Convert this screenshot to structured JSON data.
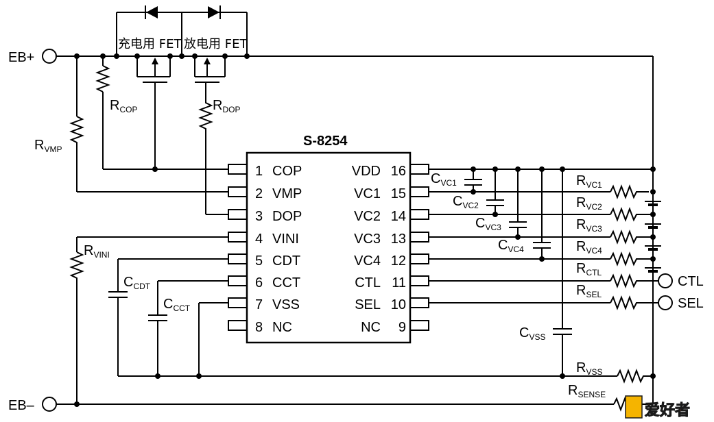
{
  "chip": {
    "title": "S-8254",
    "left_pins": [
      {
        "num": "1",
        "name": "COP"
      },
      {
        "num": "2",
        "name": "VMP"
      },
      {
        "num": "3",
        "name": "DOP"
      },
      {
        "num": "4",
        "name": "VINI"
      },
      {
        "num": "5",
        "name": "CDT"
      },
      {
        "num": "6",
        "name": "CCT"
      },
      {
        "num": "7",
        "name": "VSS"
      },
      {
        "num": "8",
        "name": "NC"
      }
    ],
    "right_pins": [
      {
        "num": "16",
        "name": "VDD"
      },
      {
        "num": "15",
        "name": "VC1"
      },
      {
        "num": "14",
        "name": "VC2"
      },
      {
        "num": "13",
        "name": "VC3"
      },
      {
        "num": "12",
        "name": "VC4"
      },
      {
        "num": "11",
        "name": "CTL"
      },
      {
        "num": "10",
        "name": "SEL"
      },
      {
        "num": "9",
        "name": "NC"
      }
    ]
  },
  "terminals": {
    "eb_plus": "EB+",
    "eb_minus": "EB–",
    "ctl": "CTL",
    "sel": "SEL"
  },
  "fets": {
    "charge": "充电用 FET",
    "discharge": "放电用 FET"
  },
  "components": {
    "rcop": {
      "main": "R",
      "sub": "COP"
    },
    "rdop": {
      "main": "R",
      "sub": "DOP"
    },
    "rvmp": {
      "main": "R",
      "sub": "VMP"
    },
    "rvini": {
      "main": "R",
      "sub": "VINI"
    },
    "ccdt": {
      "main": "C",
      "sub": "CDT"
    },
    "ccct": {
      "main": "C",
      "sub": "CCT"
    },
    "cvc1": {
      "main": "C",
      "sub": "VC1"
    },
    "cvc2": {
      "main": "C",
      "sub": "VC2"
    },
    "cvc3": {
      "main": "C",
      "sub": "VC3"
    },
    "cvc4": {
      "main": "C",
      "sub": "VC4"
    },
    "cvss": {
      "main": "C",
      "sub": "VSS"
    },
    "rvc1": {
      "main": "R",
      "sub": "VC1"
    },
    "rvc2": {
      "main": "R",
      "sub": "VC2"
    },
    "rvc3": {
      "main": "R",
      "sub": "VC3"
    },
    "rvc4": {
      "main": "R",
      "sub": "VC4"
    },
    "rctl": {
      "main": "R",
      "sub": "CTL"
    },
    "rsel": {
      "main": "R",
      "sub": "SEL"
    },
    "rvss": {
      "main": "R",
      "sub": "VSS"
    },
    "rsense": {
      "main": "R",
      "sub": "SENSE"
    }
  },
  "watermark": {
    "text": "爱好者",
    "colors": {
      "fill": "#e8541a",
      "stroke": "#1a1a1a"
    }
  }
}
